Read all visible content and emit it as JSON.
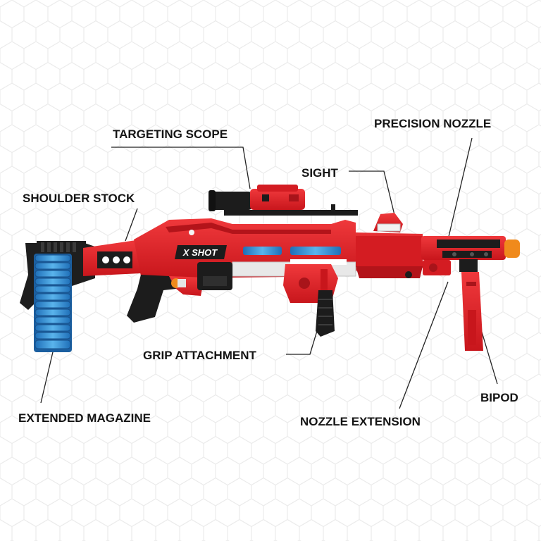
{
  "product": {
    "brand_logo_text": "X SHOT"
  },
  "callouts": {
    "targeting_scope": "TARGETING SCOPE",
    "precision_nozzle": "PRECISION NOZZLE",
    "sight": "SIGHT",
    "shoulder_stock": "SHOULDER STOCK",
    "grip_attachment": "GRIP ATTACHMENT",
    "bipod": "BIPOD",
    "extended_magazine": "EXTENDED MAGAZINE",
    "nozzle_extension": "NOZZLE EXTENSION"
  },
  "colors": {
    "body_red": "#e01e24",
    "dark_red": "#a8141a",
    "black": "#1c1c1c",
    "blue_dart": "#2a8fd6",
    "accent_blue": "#3fa9e8",
    "orange_tip": "#f08a1c",
    "hex_pattern": "#ececec"
  }
}
